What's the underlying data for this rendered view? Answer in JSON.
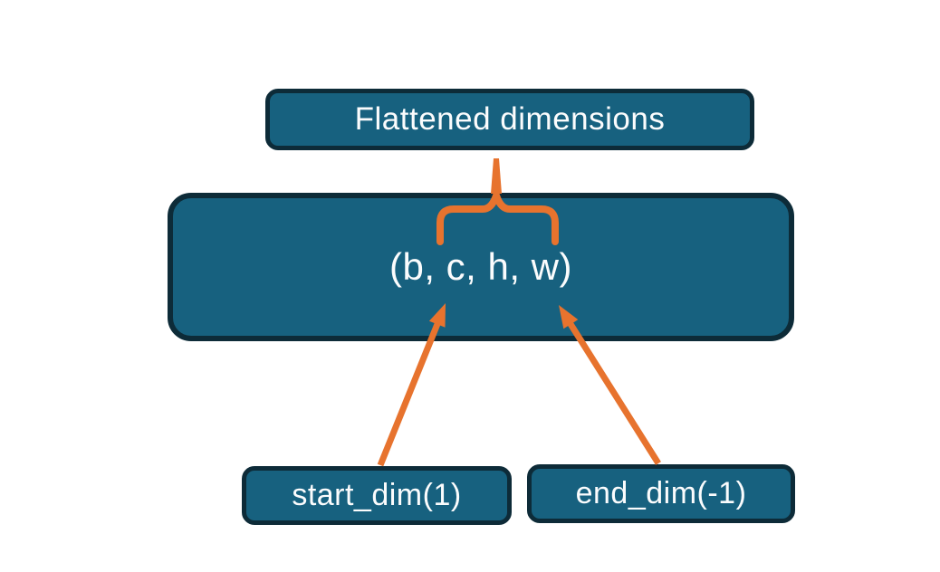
{
  "diagram": {
    "background": "#FFFFFF",
    "colors": {
      "node_fill": "#17617F",
      "node_border": "#0D2B38",
      "connector": "#E7732E",
      "text": "#FFFFFF"
    },
    "flattened_box": {
      "label": "Flattened dimensions"
    },
    "tensor_box": {
      "label": "(b, c, h, w)"
    },
    "start_dim_box": {
      "label": "start_dim(1)"
    },
    "end_dim_box": {
      "label": "end_dim(-1)"
    }
  }
}
